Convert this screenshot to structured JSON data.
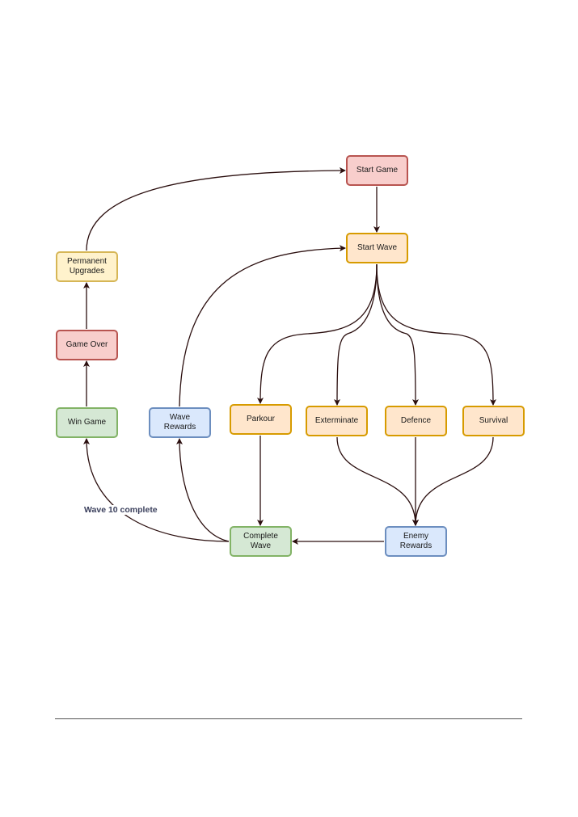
{
  "diagram": {
    "colors": {
      "red": {
        "fill": "#f8cecc",
        "stroke": "#b85450"
      },
      "orange": {
        "fill": "#ffe6cc",
        "stroke": "#d79b00"
      },
      "yellow": {
        "fill": "#fff2cc",
        "stroke": "#d6b656"
      },
      "green": {
        "fill": "#d5e8d4",
        "stroke": "#82b366"
      },
      "blue": {
        "fill": "#dae8fc",
        "stroke": "#6c8ebf"
      },
      "edge": "#2b0f0f"
    },
    "nodes": {
      "start_game": {
        "label": "Start Game",
        "color": "red"
      },
      "start_wave": {
        "label": "Start Wave",
        "color": "orange"
      },
      "permanent_upgrades": {
        "label": "Permanent Upgrades",
        "color": "yellow"
      },
      "game_over": {
        "label": "Game Over",
        "color": "red"
      },
      "win_game": {
        "label": "Win Game",
        "color": "green"
      },
      "wave_rewards": {
        "label": "Wave Rewards",
        "color": "blue"
      },
      "parkour": {
        "label": "Parkour",
        "color": "orange"
      },
      "exterminate": {
        "label": "Exterminate",
        "color": "orange"
      },
      "defence": {
        "label": "Defence",
        "color": "orange"
      },
      "survival": {
        "label": "Survival",
        "color": "orange"
      },
      "complete_wave": {
        "label": "Complete Wave",
        "color": "green"
      },
      "enemy_rewards": {
        "label": "Enemy Rewards",
        "color": "blue"
      }
    },
    "edges": [
      {
        "from": "start_game",
        "to": "start_wave"
      },
      {
        "from": "start_wave",
        "to": "parkour"
      },
      {
        "from": "start_wave",
        "to": "exterminate"
      },
      {
        "from": "start_wave",
        "to": "defence"
      },
      {
        "from": "start_wave",
        "to": "survival"
      },
      {
        "from": "parkour",
        "to": "complete_wave"
      },
      {
        "from": "exterminate",
        "to": "enemy_rewards"
      },
      {
        "from": "defence",
        "to": "enemy_rewards"
      },
      {
        "from": "survival",
        "to": "enemy_rewards"
      },
      {
        "from": "enemy_rewards",
        "to": "complete_wave"
      },
      {
        "from": "complete_wave",
        "to": "wave_rewards"
      },
      {
        "from": "complete_wave",
        "to": "win_game",
        "label": "Wave 10 complete"
      },
      {
        "from": "wave_rewards",
        "to": "start_wave"
      },
      {
        "from": "win_game",
        "to": "game_over"
      },
      {
        "from": "game_over",
        "to": "permanent_upgrades"
      },
      {
        "from": "permanent_upgrades",
        "to": "start_game"
      }
    ]
  }
}
